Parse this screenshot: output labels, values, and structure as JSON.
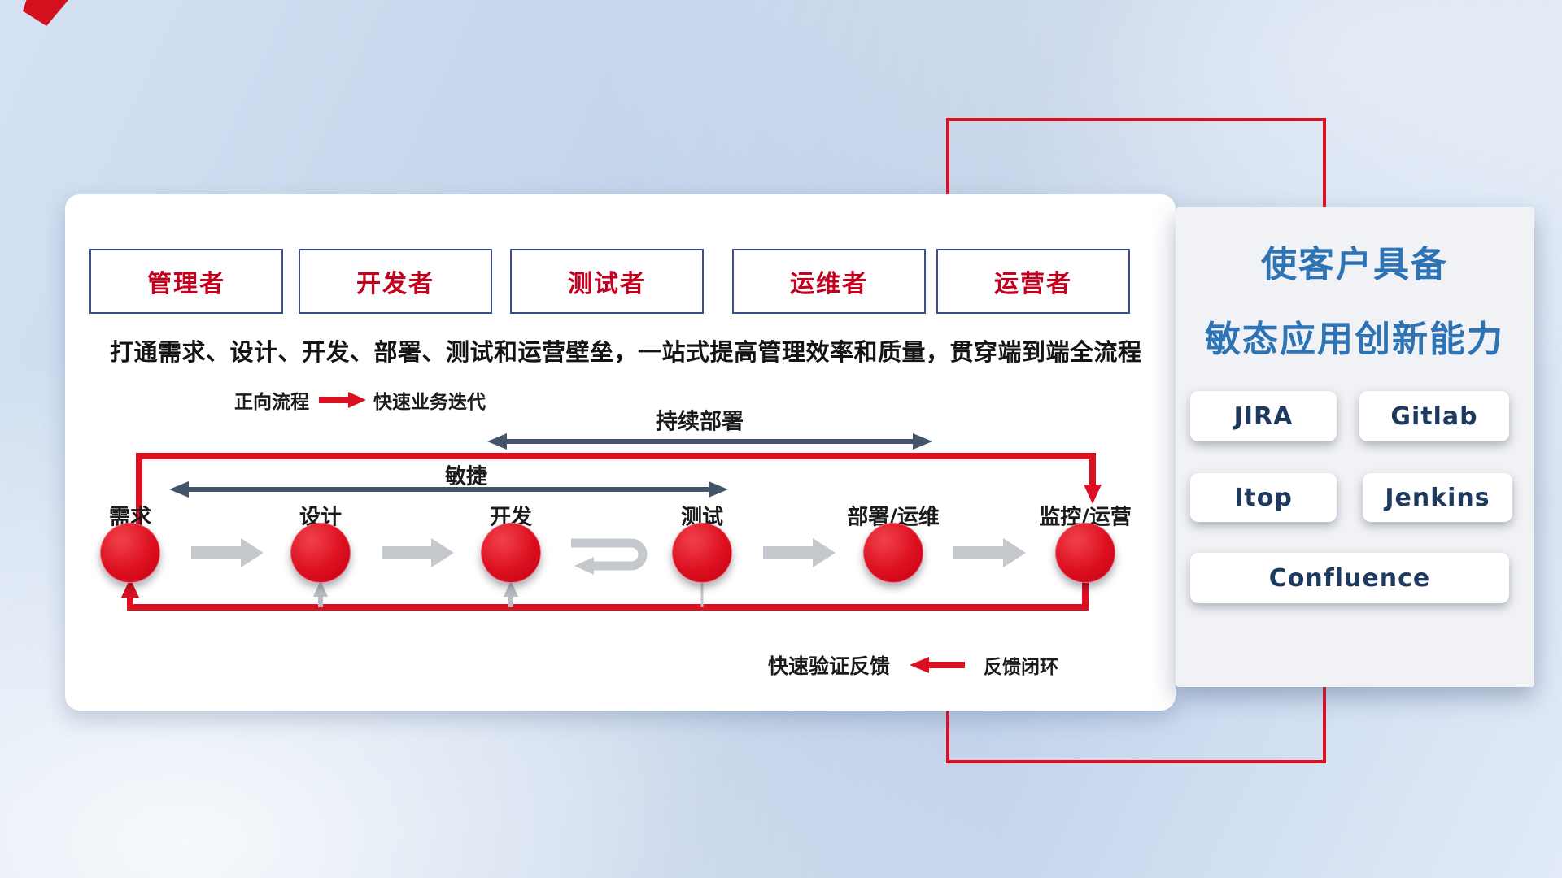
{
  "header_roles": [
    "管理者",
    "开发者",
    "测试者",
    "运维者",
    "运营者"
  ],
  "description": "打通需求、设计、开发、部署、测试和运营壁垒，一站式提高管理效率和质量，贯穿端到端全流程",
  "legend": {
    "forward_label": "正向流程",
    "forward_text": "快速业务迭代",
    "feedback_text": "快速验证反馈",
    "feedback_label": "反馈闭环"
  },
  "flow_labels": {
    "continuous_deployment": "持续部署",
    "agile": "敏捷"
  },
  "nodes": [
    "需求",
    "设计",
    "开发",
    "测试",
    "部署/运维",
    "监控/运营"
  ],
  "side_panel": {
    "title_line1": "使客户具备",
    "title_line2": "敏态应用创新能力",
    "tools": [
      "JIRA",
      "Gitlab",
      "Itop",
      "Jenkins",
      "Confluence"
    ]
  },
  "colors": {
    "accent_red": "#dd1022",
    "title_blue": "#2e74b5",
    "arrow_slate": "#44546a",
    "flow_gray": "#c5c9ce"
  }
}
